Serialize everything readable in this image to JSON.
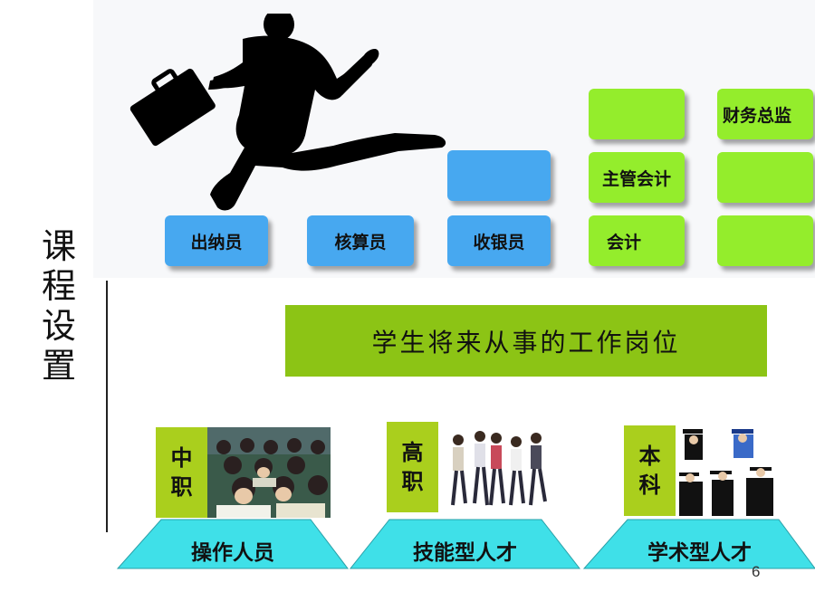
{
  "side_title": "课\n程\n设\n置",
  "steps": {
    "cashier": "出纳员",
    "accountant_calc": "核算员",
    "teller": "收银员",
    "accountant": "会计",
    "chief_accountant": "主管会计",
    "finance_director": "财务总监"
  },
  "banner": "学生将来从事的工作岗位",
  "levels": [
    {
      "tag": "中\n职",
      "label": "操作人员"
    },
    {
      "tag": "高\n职",
      "label": "技能型人才"
    },
    {
      "tag": "本\n科",
      "label": "学术型人才"
    }
  ],
  "page_number": "6",
  "colors": {
    "blue_step": "#47a8f0",
    "green_step": "#94ed2c",
    "banner": "#8cc415",
    "tag": "#aacf1d",
    "trapezoid": "#3fe0e8"
  }
}
